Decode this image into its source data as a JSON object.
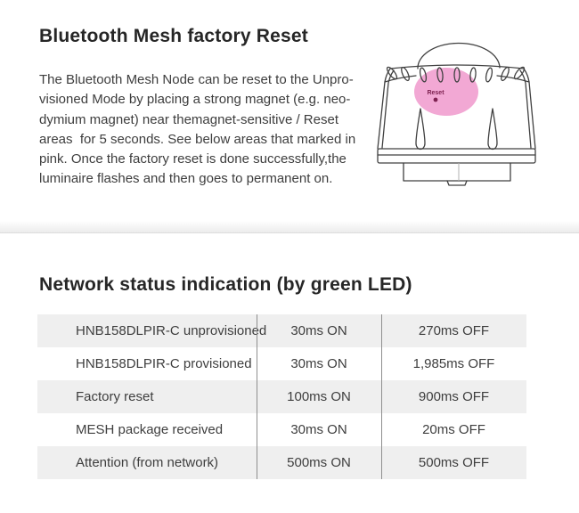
{
  "section1": {
    "title": "Bluetooth Mesh factory Reset",
    "paragraph_lines": [
      "The Bluetooth Mesh Node can be reset to the Unpro-",
      "visioned Mode by placing a strong magnet (e.g. neo-",
      "dymium magnet) near themagnet-sensitive / Reset",
      "areas  for 5 seconds. See below areas that marked in",
      "pink. Once the factory reset is done successfully,the",
      "luminaire flashes and then goes to permanent on."
    ],
    "device": {
      "reset_label": "Reset",
      "pink_area_color": "#f2a8d4",
      "reset_label_color": "#7d2150",
      "outline_color": "#404040"
    }
  },
  "section2": {
    "title": "Network status indication (by green LED)",
    "table": {
      "stripe_color": "#efefef",
      "divider_color": "#8f8f8f",
      "rows": [
        {
          "label": "HNB158DLPIR-C unprovisioned",
          "on": "30ms ON",
          "off": "270ms OFF"
        },
        {
          "label": "HNB158DLPIR-C provisioned",
          "on": "30ms ON",
          "off": "1,985ms OFF"
        },
        {
          "label": "Factory reset",
          "on": "100ms ON",
          "off": "900ms OFF"
        },
        {
          "label": "MESH package received",
          "on": "30ms ON",
          "off": "20ms OFF"
        },
        {
          "label": "Attention (from network)",
          "on": "500ms ON",
          "off": "500ms OFF"
        }
      ]
    }
  }
}
